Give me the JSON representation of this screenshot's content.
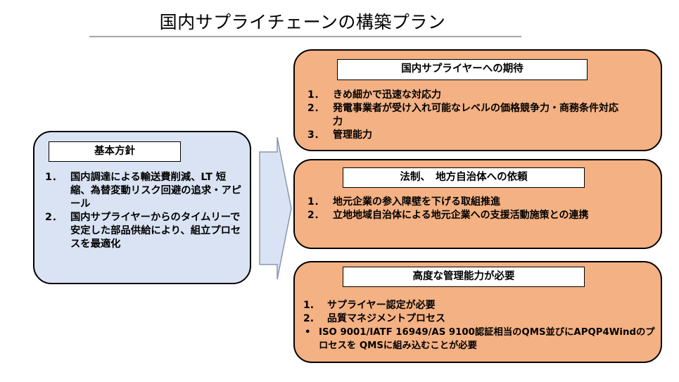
{
  "title": "国内サプライチェーンの構築プラン",
  "policy": {
    "heading": "基本方針",
    "items": [
      {
        "num": "1．",
        "text": "国内調達による輸送費削減、LT 短縮、為替変動リスク回避の追求・アピール"
      },
      {
        "num": "2．",
        "text": "国内サプライヤーからのタイムリーで安定した部品供給により、組立プロセスを最適化"
      }
    ]
  },
  "expectations": {
    "heading": "国内サプライヤーへの期待",
    "items": [
      {
        "num": "1．",
        "text": "きめ細かで迅速な対応力"
      },
      {
        "num": "2．",
        "text": "発電事業者が受け入れ可能なレベルの価格競争力・商務条件対応力"
      },
      {
        "num": "3．",
        "text": "管理能力"
      }
    ]
  },
  "requests": {
    "heading": "法制、　地方自治体への依頼",
    "items": [
      {
        "num": "1．",
        "text": "地元企業の参入障壁を下げる取組推進"
      },
      {
        "num": "2．",
        "text": "立地地域自治体による地元企業への支援活動施策との連携"
      }
    ]
  },
  "management": {
    "heading": "高度な管理能力が必要",
    "items": [
      {
        "num": "1.",
        "text": "サプライヤー認定が必要"
      },
      {
        "num": "2.",
        "text": "品質マネジメントプロセス"
      },
      {
        "num": "•",
        "text": "ISO 9001/IATF 16949/AS 9100認証相当のQMS並びにAPQP4Windのプロセスを QMSに組み込むことが必要"
      }
    ]
  },
  "colors": {
    "left_box_fill": "#dae3f3",
    "right_box_fill": "#f4b183",
    "arrow_fill": "#dae3f3",
    "rule": "#a6a6a6"
  }
}
